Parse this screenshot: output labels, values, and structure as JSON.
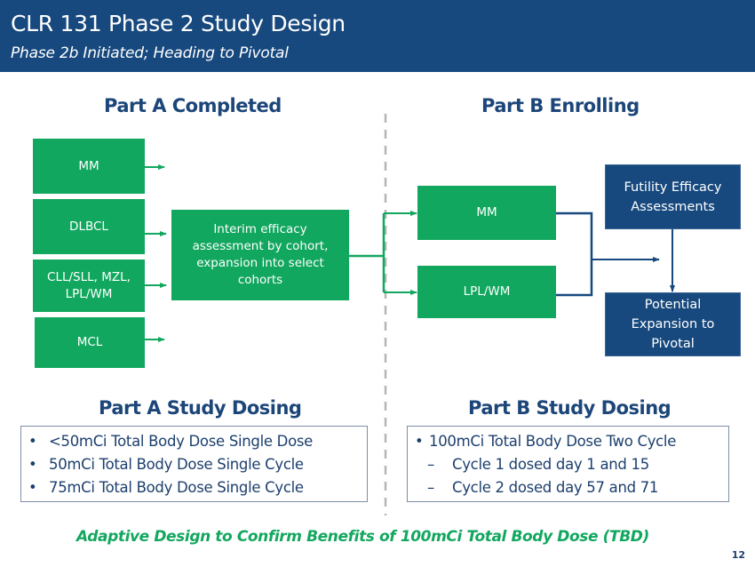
{
  "header": {
    "title": "CLR 131 Phase 2 Study Design",
    "subtitle": "Phase 2b Initiated; Heading to Pivotal"
  },
  "part_a": {
    "heading": "Part A Completed",
    "cohorts": [
      "MM",
      "DLBCL",
      "CLL/SLL, MZL, LPL/WM",
      "MCL"
    ],
    "interim": "Interim efficacy assessment by cohort, expansion into select cohorts"
  },
  "part_b": {
    "heading": "Part B Enrolling",
    "cohorts": [
      "MM",
      "LPL/WM"
    ],
    "futility": "Futility Efficacy Assessments",
    "expansion": "Potential Expansion to Pivotal"
  },
  "dosing_a": {
    "heading": "Part A Study Dosing",
    "items": [
      "<50mCi Total Body Dose Single Dose",
      "50mCi Total Body Dose Single Cycle",
      "75mCi Total Body Dose Single Cycle"
    ],
    "bullet": "•"
  },
  "dosing_b": {
    "heading": "Part B Study Dosing",
    "main_item": "100mCi Total Body Dose Two Cycle",
    "sub_items": [
      "Cycle 1 dosed day 1 and 15",
      "Cycle 2 dosed day 57 and 71"
    ],
    "bullet": "•",
    "dash": "–"
  },
  "footer": {
    "note": "Adaptive Design to Confirm Benefits of 100mCi Total Body Dose (TBD)",
    "page_number": "12"
  },
  "colors": {
    "navy": "#17497e",
    "green": "#12a75f",
    "divider": "#b5b5b5"
  }
}
